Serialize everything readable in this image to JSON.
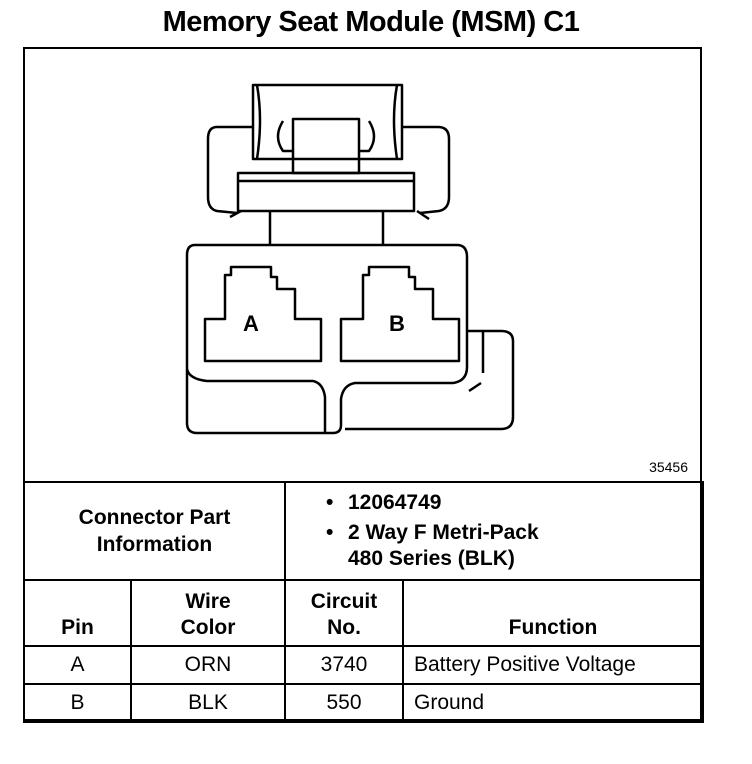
{
  "title": "Memory Seat Module (MSM) C1",
  "drawing": {
    "pin_labels": [
      "A",
      "B"
    ],
    "figure_number": "35456"
  },
  "connector_part_info": {
    "label_line1": "Connector Part",
    "label_line2": "Information",
    "items": [
      {
        "bullet": "•",
        "text": "12064749"
      },
      {
        "bullet": "•",
        "text": "2 Way F Metri-Pack",
        "continuation": "480 Series (BLK)"
      }
    ]
  },
  "table": {
    "headers": {
      "pin": "Pin",
      "wire_color_1": "Wire",
      "wire_color_2": "Color",
      "circuit_1": "Circuit",
      "circuit_2": "No.",
      "function": "Function"
    },
    "rows": [
      {
        "pin": "A",
        "wire_color": "ORN",
        "circuit": "3740",
        "function": "Battery Positive Voltage"
      },
      {
        "pin": "B",
        "wire_color": "BLK",
        "circuit": "550",
        "function": "Ground"
      }
    ]
  }
}
